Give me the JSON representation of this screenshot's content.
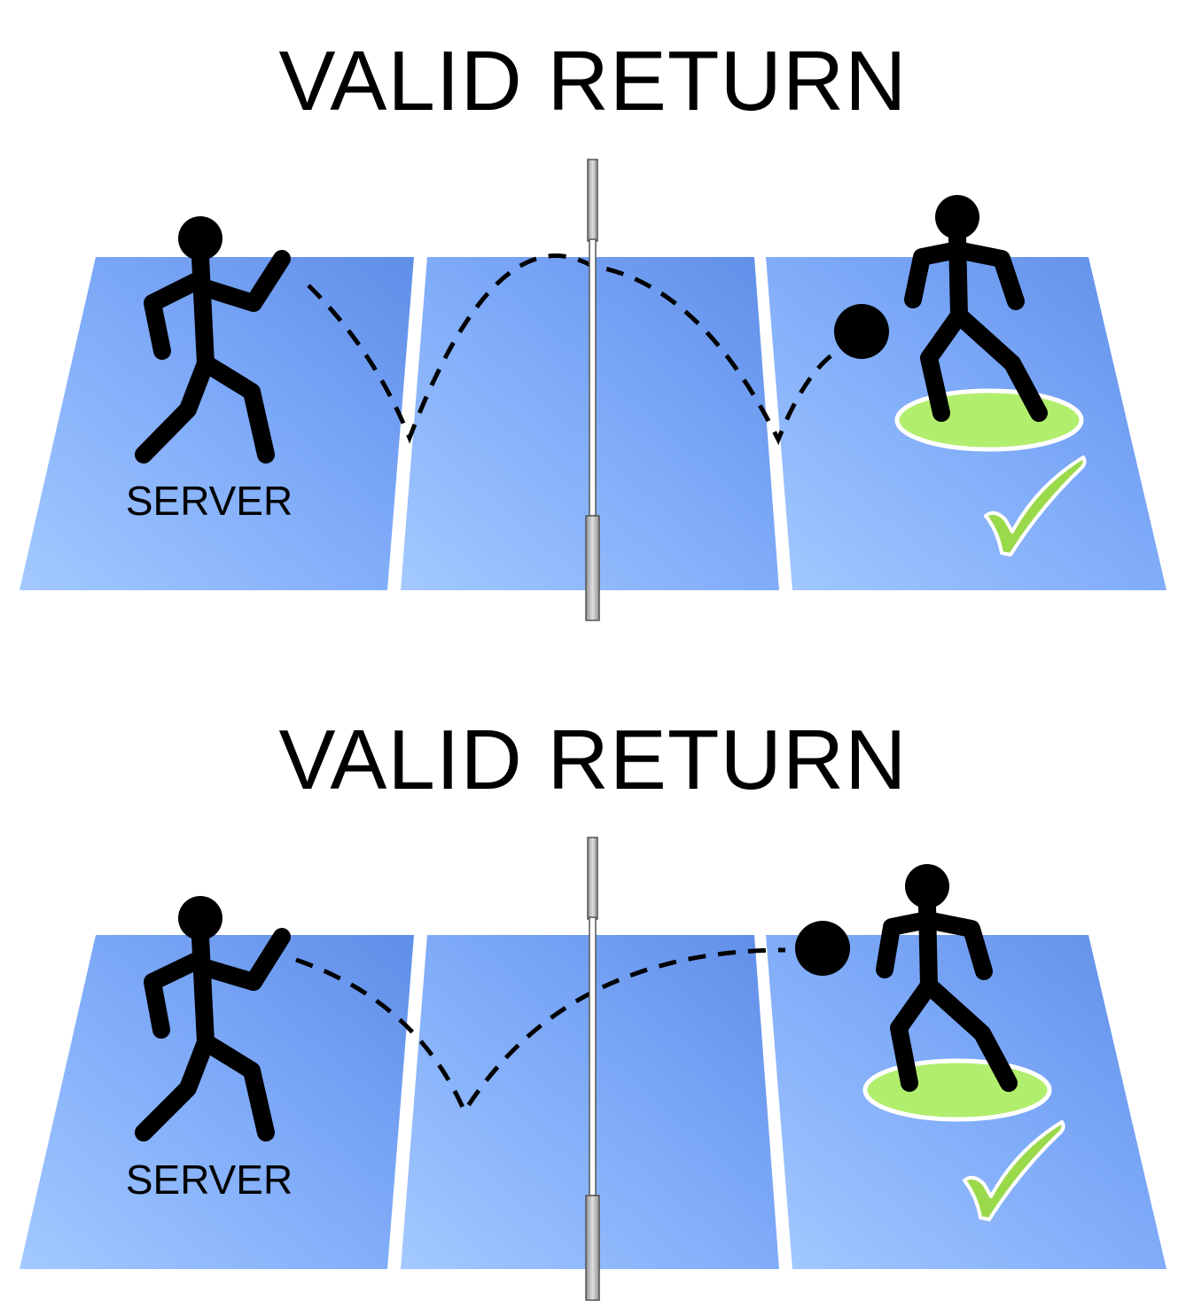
{
  "panels": [
    {
      "title": "VALID RETURN",
      "server_label": "SERVER",
      "result": "check-icon"
    },
    {
      "title": "VALID RETURN",
      "server_label": "SERVER",
      "result": "check-icon"
    }
  ],
  "colors": {
    "court_light": "#9fc7ff",
    "court_dark": "#5e8ee8",
    "target_zone": "#b2ee6e",
    "check": "#8ad23a",
    "net_post": "#c9c9c9"
  }
}
